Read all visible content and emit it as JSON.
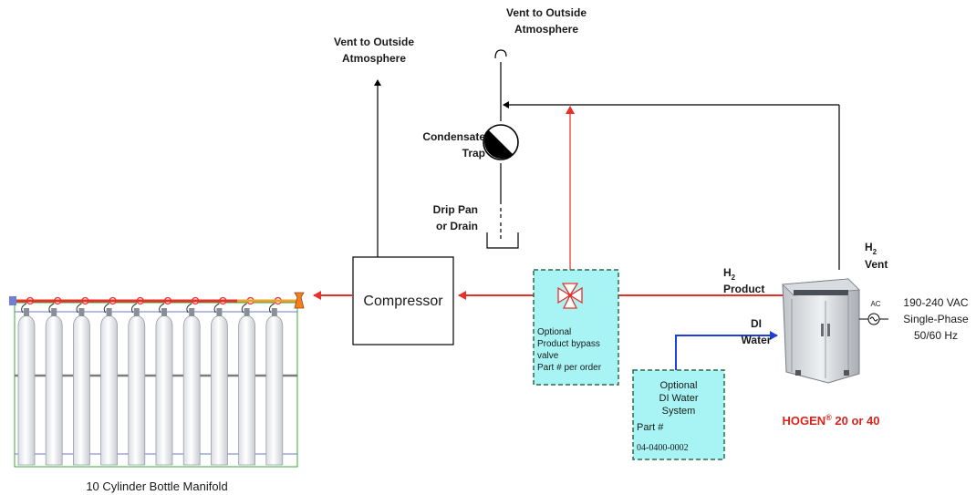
{
  "vent_left": {
    "line1": "Vent to Outside",
    "line2": "Atmosphere"
  },
  "vent_top": {
    "line1": "Vent to Outside",
    "line2": "Atmosphere"
  },
  "condensate_trap": {
    "line1": "Condensate",
    "line2": "Trap"
  },
  "drip_pan": {
    "line1": "Drip Pan",
    "line2": "or Drain"
  },
  "compressor": {
    "label": "Compressor"
  },
  "bypass_valve": {
    "lines": [
      "Optional",
      "Product bypass",
      "valve",
      "Part # per order"
    ]
  },
  "di_water_system": {
    "lines": [
      "Optional",
      "DI Water",
      "System"
    ],
    "part_label": "Part #",
    "part_number": "04-0400-0002"
  },
  "h2_product": {
    "h": "H",
    "sub": "2",
    "label": "Product"
  },
  "h2_vent": {
    "h": "H",
    "sub": "2",
    "label": "Vent"
  },
  "di_water": {
    "line1": "DI",
    "line2": "Water"
  },
  "power": {
    "ac": "AC",
    "line1": "190-240 VAC",
    "line2": "Single-Phase",
    "line3": "50/60 Hz"
  },
  "hogen": {
    "prefix": "HOGEN",
    "reg": "®",
    "suffix": " 20 or 40"
  },
  "manifold": {
    "label": "10 Cylinder Bottle Manifold",
    "cylinder_count": 10
  },
  "colors": {
    "product_line": "#e8302a",
    "water_line": "#1f3fd6",
    "box_fill": "#a8f4f4",
    "box_border": "#2a6b4a",
    "hogen_red": "#d8241c"
  }
}
